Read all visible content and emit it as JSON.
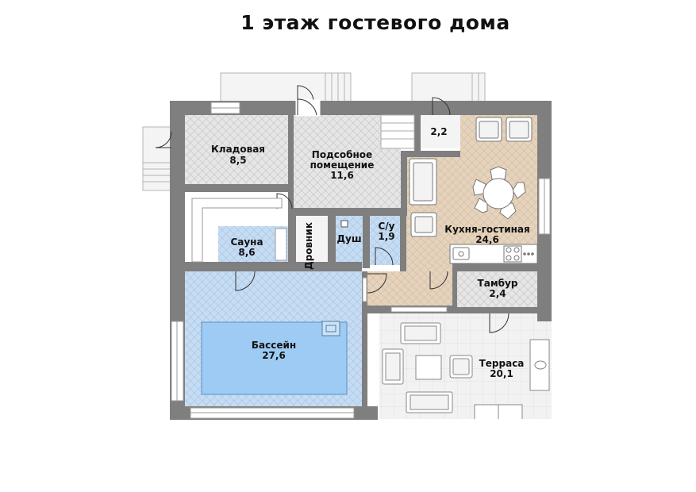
{
  "title": "1 этаж гостевого дома",
  "rooms": {
    "storage": {
      "name": "Кладовая",
      "area": "8,5"
    },
    "utility": {
      "name_line1": "Подсобное",
      "name_line2": "помещение",
      "area": "11,6"
    },
    "small": {
      "area": "2,2"
    },
    "kitchen": {
      "name": "Кухня-гостиная",
      "area": "24,6"
    },
    "sauna": {
      "name": "Сауна",
      "area": "8,6"
    },
    "woodshed": {
      "name": "Дровник"
    },
    "shower": {
      "name": "Душ"
    },
    "wc": {
      "name": "С/у",
      "area": "1,9"
    },
    "vestibule": {
      "name": "Тамбур",
      "area": "2,4"
    },
    "pool": {
      "name": "Бассейн",
      "area": "27,6"
    },
    "terrace": {
      "name": "Терраса",
      "area": "20,1"
    }
  },
  "colors": {
    "wall": "#7f7f7f",
    "pool_floor": "#c6dcf2",
    "pool_water": "#9ecbf4",
    "kitchen_floor": "#e5d3bd",
    "tile_floor": "#e6e6e6",
    "terrace_floor": "#f2f2f2"
  }
}
